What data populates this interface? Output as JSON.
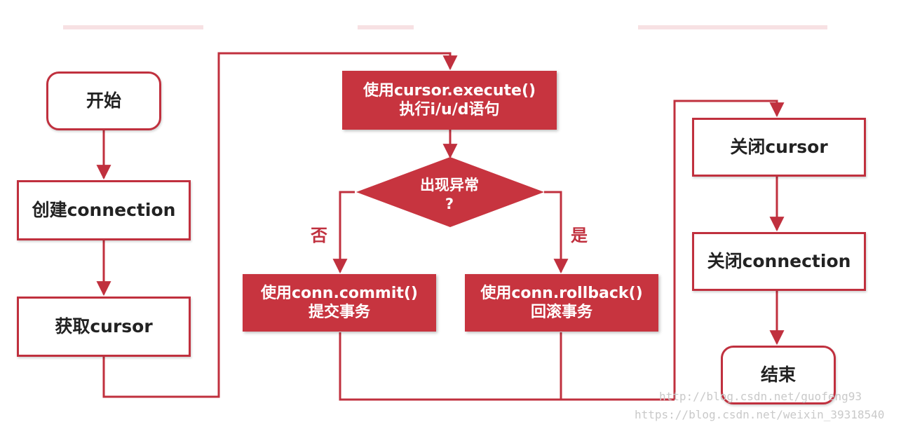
{
  "nodes": {
    "start": "开始",
    "create_connection": "创建connection",
    "get_cursor": "获取cursor",
    "execute_line1": "使用cursor.execute()",
    "execute_line2": "执行i/u/d语句",
    "decision_line1": "出现异常",
    "decision_line2": "?",
    "commit_line1": "使用conn.commit()",
    "commit_line2": "提交事务",
    "rollback_line1": "使用conn.rollback()",
    "rollback_line2": "回滚事务",
    "close_cursor": "关闭cursor",
    "close_connection": "关闭connection",
    "end": "结束"
  },
  "branches": {
    "no": "否",
    "yes": "是"
  },
  "watermarks": {
    "line1": "http://blog.csdn.net/guofeng93",
    "line2": "https://blog.csdn.net/weixin_39318540"
  },
  "colors": {
    "accent": "#c7343f",
    "line": "#c0303e"
  }
}
